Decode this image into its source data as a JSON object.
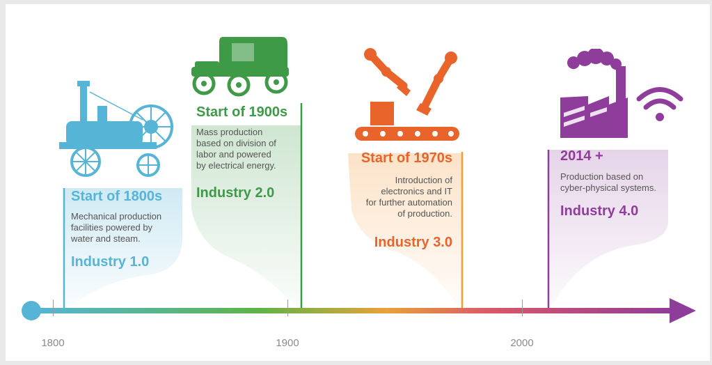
{
  "eras": [
    {
      "title": "Start of 1800s",
      "description": [
        "Mechanical production",
        "facilities powered by",
        "water and steam."
      ],
      "industry": "Industry 1.0",
      "color": "#56b4d6",
      "icon": "steam-locomotive-icon"
    },
    {
      "title": "Start of 1900s",
      "description": [
        "Mass production",
        "based on division of",
        "labor and powered",
        "by electrical energy."
      ],
      "industry": "Industry 2.0",
      "color": "#3f9a48",
      "icon": "vintage-car-icon"
    },
    {
      "title": "Start of 1970s",
      "description": [
        "Introduction of",
        "electronics and IT",
        "for further automation",
        "of production."
      ],
      "industry": "Industry 3.0",
      "color": "#e8642b",
      "icon": "robot-arms-conveyor-icon"
    },
    {
      "title": "2014 +",
      "description": [
        "Production based on",
        "cyber-physical systems."
      ],
      "industry": "Industry 4.0",
      "color": "#8e3d9b",
      "icon": "smart-factory-wifi-icon"
    }
  ],
  "axis": {
    "ticks": [
      "1800",
      "1900",
      "2000"
    ]
  }
}
